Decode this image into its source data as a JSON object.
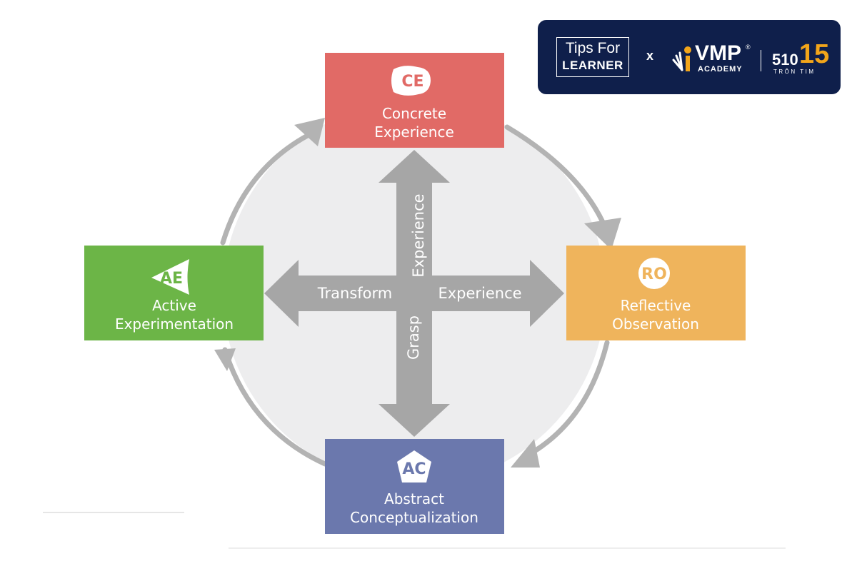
{
  "nodes": {
    "concrete_experience": {
      "abbr": "CE",
      "line1": "Concrete",
      "line2": "Experience",
      "color": "#e16a66"
    },
    "reflective_observation": {
      "abbr": "RO",
      "line1": "Reflective",
      "line2": "Observation",
      "color": "#efb45c"
    },
    "abstract_conceptualization": {
      "abbr": "AC",
      "line1": "Abstract",
      "line2": "Conceptualization",
      "color": "#6b78ad"
    },
    "active_experimentation": {
      "abbr": "AE",
      "line1": "Active",
      "line2": "Experimentation",
      "color": "#6cb547"
    }
  },
  "axes": {
    "up_label": "Experience",
    "down_label": "Grasp",
    "left_label": "Transform",
    "right_label": "Experience",
    "color": "#a6a6a6"
  },
  "cycle": {
    "color": "#b3b3b3",
    "fill": "#ededee"
  },
  "brand": {
    "tips_line1": "Tips For",
    "tips_line2": "LEARNER",
    "separator": "x",
    "vmp_name": "VMP",
    "vmp_registered": "®",
    "vmp_sub": "ACADEMY",
    "number_part1": "510",
    "number_part2": "15",
    "number_sub": "TRÔN TIM",
    "background": "#0f1f4b",
    "accent": "#f2a51a"
  }
}
